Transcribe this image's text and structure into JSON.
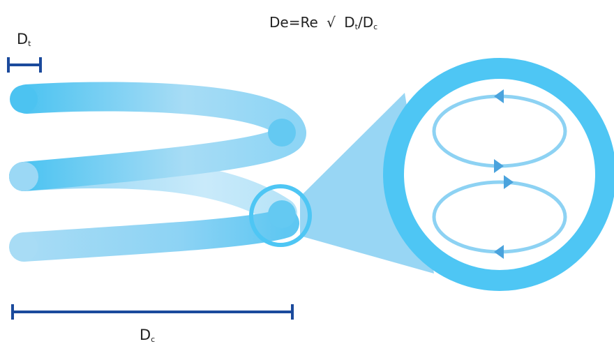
{
  "formula": {
    "lhs": "De=Re",
    "radical": "√",
    "t_base": "D",
    "t_sub": "t",
    "slash": "/",
    "c_base": "D",
    "c_sub": "c"
  },
  "labels": {
    "tube_diameter": {
      "base": "D",
      "sub": "t"
    },
    "coil_diameter": {
      "base": "D",
      "sub": "c"
    }
  },
  "colors": {
    "tube_dark": "#4cc3f1",
    "tube_light": "#a9dcf5",
    "lens": "#4ec6f4",
    "cone": "#8dd2f3",
    "vortex": "#8dd2f3",
    "arrow": "#4aa3dd",
    "dimension": "#1b4a9c"
  }
}
